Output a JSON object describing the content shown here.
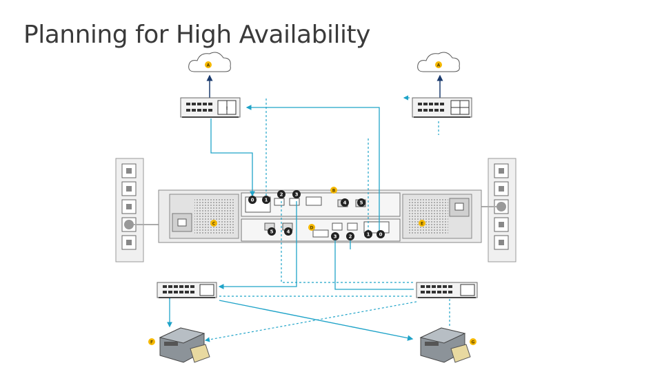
{
  "slide": {
    "title": "Planning for High Availability"
  },
  "badges": {
    "cloud_left": "A",
    "cloud_right": "A",
    "controller_top": "B",
    "psu_left": "C",
    "controller_bottom": "D",
    "psu_right": "E",
    "server_left": "F",
    "server_right": "G"
  },
  "ports": {
    "top_a": "0",
    "top_b": "1",
    "top_c": "2",
    "top_d": "3",
    "top_e": "4",
    "top_f": "5",
    "bottom_a": "5",
    "bottom_b": "4",
    "bottom_c": "3",
    "bottom_d": "2",
    "bottom_e": "1",
    "bottom_f": "0"
  },
  "colors": {
    "title": "#3a3a3a",
    "link": "#1fa3c8",
    "uplink": "#1a3a6e",
    "badge": "#f5b800",
    "port_badge": "#222222",
    "hardware_light": "#eeeeee",
    "hardware_dark": "#9a9a9a"
  }
}
